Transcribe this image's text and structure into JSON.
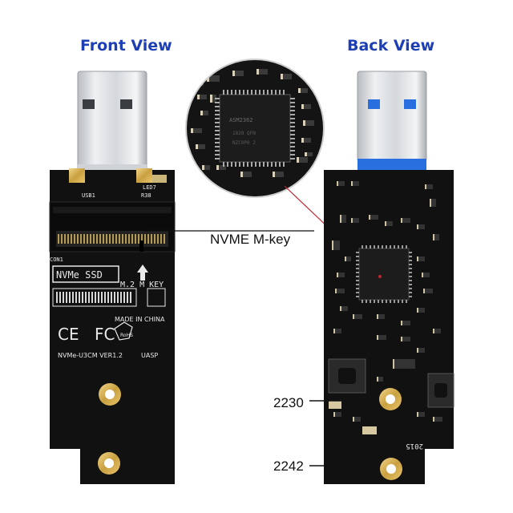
{
  "titles": {
    "front": "Front View",
    "back": "Back View"
  },
  "callouts": {
    "nvme": "NVME M-key",
    "size_2230": "2230",
    "size_2242": "2242"
  },
  "silkscreen": {
    "usb1": "USB1",
    "r38": "R38",
    "led7": "LED7",
    "con1": "CON1",
    "nvme_ssd": "NVMe SSD",
    "m2_key": "M.2  M KEY",
    "made_in": "MADE IN CHINA",
    "ce": "CE",
    "fc": "FC",
    "rohs": "RoHS",
    "model": "NVMe-U3CM VER1.2",
    "uasp": "UASP",
    "year": "2015"
  },
  "colors": {
    "title_blue": "#1d3fb3",
    "pcb_black": "#111111",
    "usb_blue": "#2a6fe0",
    "gold": "#c9a040"
  }
}
